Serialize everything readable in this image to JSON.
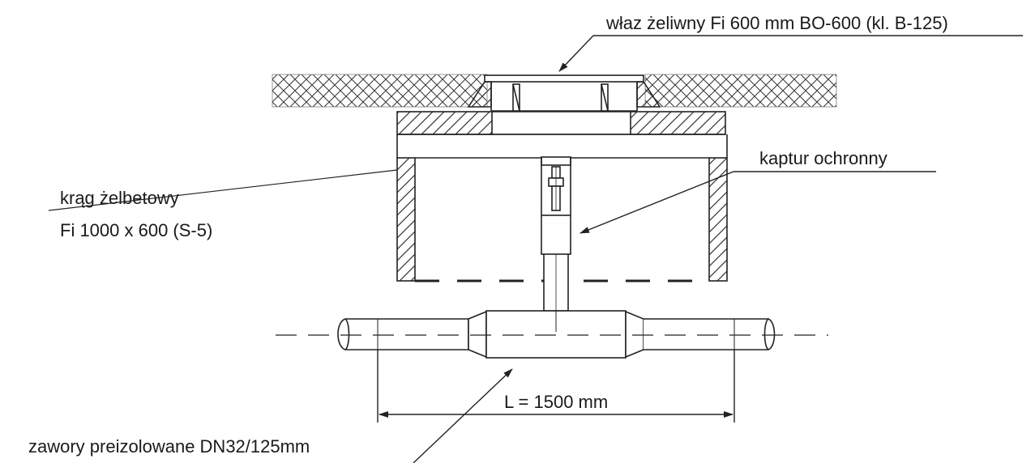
{
  "labels": {
    "manhole_cover": "właz żeliwny Fi 600 mm BO-600 (kl. B-125)",
    "protective_cap": "kaptur ochronny",
    "concrete_ring_line1": "krąg żelbetowy",
    "concrete_ring_line2": "Fi 1000 x 600 (S-5)",
    "length_dimension": "L = 1500 mm",
    "valves": "zawory preizolowane DN32/125mm"
  },
  "colors": {
    "line": "#222222",
    "text": "#1a1a1a",
    "background": "#ffffff"
  }
}
